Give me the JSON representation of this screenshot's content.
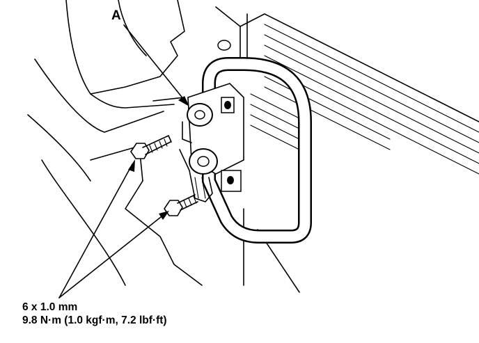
{
  "diagram": {
    "callout_a": "A",
    "bolt_spec": {
      "size": "6 x 1.0 mm",
      "torque": "9.8 N·m (1.0 kgf·m, 7.2 lbf·ft)"
    }
  },
  "icons": [
    "bolt-icon",
    "pipe-flange-icon",
    "condenser-icon"
  ]
}
